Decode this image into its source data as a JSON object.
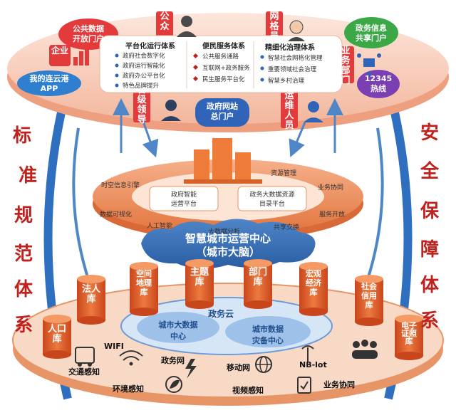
{
  "sides": {
    "left": [
      "标",
      "准",
      "规",
      "范",
      "体",
      "系"
    ],
    "right": [
      "安",
      "全",
      "保",
      "障",
      "体",
      "系"
    ]
  },
  "top": {
    "public_data_portal": "公共数据\n开放门户",
    "enterprise": "企业",
    "public": "公众",
    "grid_staff": "网格员",
    "gov_info_portal": "政务信息\n共享门户",
    "app": "我的连云港\nAPP",
    "business_dept": "业务部门",
    "hotline": "12345\n热线",
    "leaders": "各级领导",
    "ops_staff": "运维人员",
    "gov_portal": "政府网站\n总门户",
    "platform_system": {
      "title": "平台化运行体系",
      "items": [
        "政府社会数字化",
        "政府运行智能化",
        "政府办公平台化",
        "特色品牌提升"
      ]
    },
    "service_system": {
      "title": "便民服务体系",
      "items": [
        "公共服务通路",
        "互联网+政务服务",
        "民生服务平台化"
      ]
    },
    "governance_system": {
      "title": "精细化治理体系",
      "items": [
        "智慧社会网格化管理",
        "重要领域社会治理",
        "智慧乡村治理"
      ]
    }
  },
  "middle": {
    "ring": [
      "时空信息引擎",
      "资源管理",
      "业务协同",
      "服务开放",
      "共享交换",
      "大数据分析",
      "人工智能",
      "数据可视化"
    ],
    "left_box": "政府智能\n运营平台",
    "right_box": "政务大数据资源\n目录平台",
    "center_title": "智慧城市运营中心\n（城市大脑）"
  },
  "bottom": {
    "cylinders": [
      "人口库",
      "法人库",
      "空间地理库",
      "主题库",
      "部门库",
      "宏观经济库",
      "社会信用库",
      "电子证照库"
    ],
    "cloud": "政务云",
    "bigdata_center": "城市大数据\n中心",
    "disaster_center": "城市数据\n灾备中心",
    "labels": [
      "交通感知",
      "WIFI",
      "政务网",
      "移动网",
      "NB-lot",
      "环境感知",
      "视频感知",
      "业务协同"
    ]
  }
}
